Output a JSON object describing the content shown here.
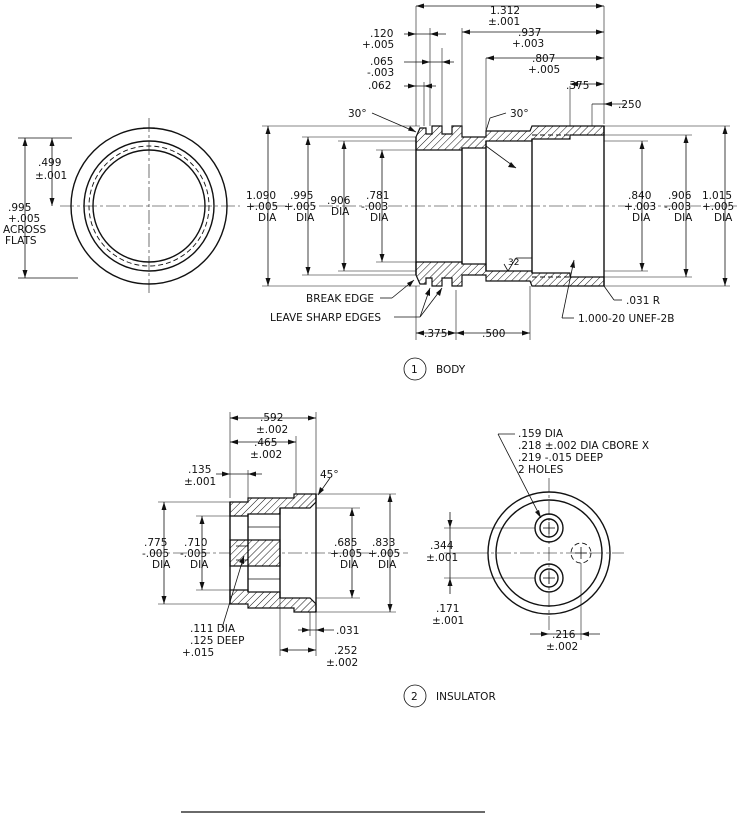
{
  "body": {
    "title": "BODY",
    "number": "1",
    "dims": {
      "overall_len": "1.312",
      "overall_len_tol": "±.001",
      "d120": ".120",
      "d120_tol": "+.005",
      "d065": ".065",
      "d065_tol": "-.003",
      "d062": ".062",
      "d937": ".937",
      "d937_tol": "+.003",
      "d807": ".807",
      "d807_tol": "+.005",
      "d375_top": ".375",
      "d250": ".250",
      "chamfer_l": "30°",
      "chamfer_r": "30°",
      "dia1090": "1.090",
      "dia1090_tol": "+.005",
      "dia_word": "DIA",
      "dia995": ".995",
      "dia995_tol": "+.005",
      "dia906l": ".906",
      "dia781": ".781",
      "dia781_tol": "-.003",
      "dia840": ".840",
      "dia840_tol": "+.003",
      "dia906r": ".906",
      "dia906r_tol": "-.003",
      "dia1015": "1.015",
      "dia1015_tol": "+.005",
      "finish": "32",
      "break_edge": "BREAK EDGE",
      "sharp_edges": "LEAVE SHARP EDGES",
      "d375_bot": ".375",
      "d500": ".500",
      "radius": ".031 R",
      "thread": "1.000-20 UNEF-2B",
      "flats499": ".499",
      "flats499_tol": "±.001",
      "flats995": ".995",
      "flats995_tol": "+.005",
      "across": "ACROSS",
      "flats": "FLATS"
    }
  },
  "insulator": {
    "title": "INSULATOR",
    "number": "2",
    "dims": {
      "d592": ".592",
      "d592_tol": "±.002",
      "d465": ".465",
      "d465_tol": "±.002",
      "d135": ".135",
      "d135_tol": "±.001",
      "chamfer": "45°",
      "dia775": ".775",
      "dia775_tol": "-.005",
      "dia_word": "DIA",
      "dia710": ".710",
      "dia710_tol": "-.005",
      "dia685": ".685",
      "dia685_tol": "+.005",
      "dia833": ".833",
      "dia833_tol": "+.005",
      "hole111": ".111 DIA",
      "hole125": ".125 DEEP",
      "hole_tol": "+.015",
      "d031": ".031",
      "d252": ".252",
      "d252_tol": "±.002",
      "note1": ".159 DIA",
      "note2": ".218 ±.002 DIA CBORE X",
      "note3": ".219 -.015 DEEP",
      "note4": "2 HOLES",
      "d344": ".344",
      "d344_tol": "±.001",
      "d171": ".171",
      "d171_tol": "±.001",
      "d216": ".216",
      "d216_tol": "±.002"
    }
  }
}
